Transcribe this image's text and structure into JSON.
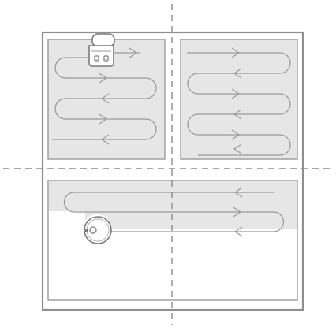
{
  "diagram": {
    "kind": "robot-vacuum-cleaning-path-illustration",
    "zones": [
      {
        "id": "top-left",
        "cleaned": true,
        "path": "serpentine",
        "pass_direction_first": "right"
      },
      {
        "id": "top-right",
        "cleaned": true,
        "path": "serpentine",
        "pass_direction_first": "right"
      },
      {
        "id": "bottom",
        "cleaned": "partial",
        "path": "serpentine",
        "pass_direction_first": "left"
      }
    ],
    "robots": [
      {
        "id": "dock-robot",
        "icon": "robot-vacuum-topview-icon"
      },
      {
        "id": "working-robot",
        "icon": "robot-vacuum-round-icon"
      }
    ],
    "guide_lines": [
      "vertical-center-dashed",
      "horizontal-center-dashed"
    ],
    "colors": {
      "border": "#8f8f8f",
      "fill": "#e6e6e6",
      "path": "#9a9a9a",
      "dash": "#8a8a8a",
      "background": "#ffffff"
    }
  }
}
